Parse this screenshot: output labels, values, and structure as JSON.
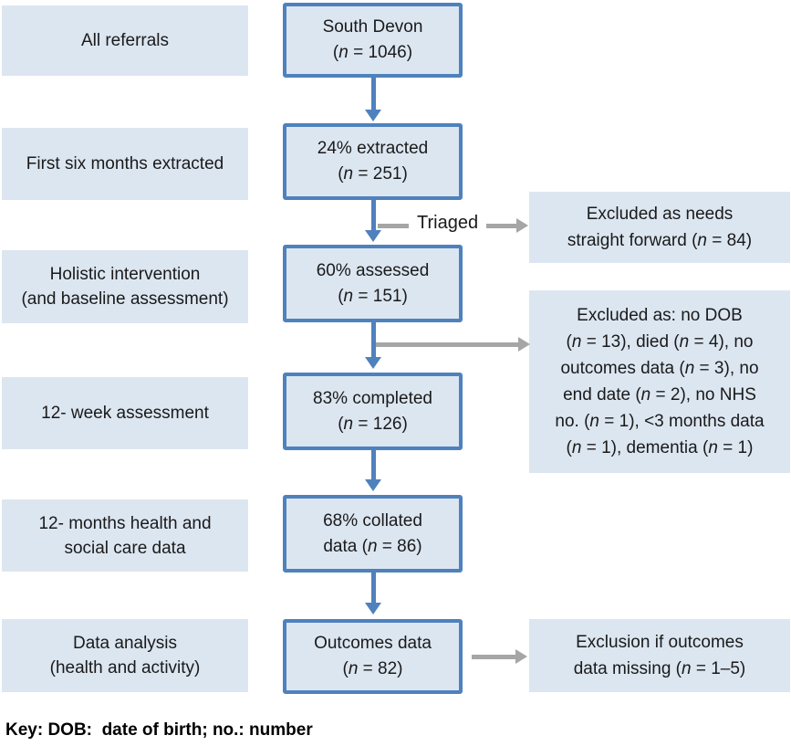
{
  "diagram": {
    "triaged_label": "Triaged",
    "key_text": "Key: DOB:  date of birth; no.: number"
  },
  "palette": {
    "box_fill": "#dce6f1",
    "box_border": "#4f81bd",
    "arrow_blue": "#4f81bd",
    "arrow_gray": "#a6a6a6",
    "text_color": "#1a1a1a"
  },
  "stage_labels": [
    {
      "lines": [
        "All referrals"
      ]
    },
    {
      "lines": [
        "First six months extracted"
      ]
    },
    {
      "lines": [
        "Holistic intervention",
        "(and baseline assessment)"
      ]
    },
    {
      "lines": [
        "12- week assessment"
      ]
    },
    {
      "lines": [
        "12- months health and",
        "social care data"
      ]
    },
    {
      "lines": [
        "Data analysis",
        "(health and activity)"
      ]
    }
  ],
  "flow_boxes": [
    {
      "lines": [
        "South Devon",
        "(n = 1046)"
      ]
    },
    {
      "lines": [
        "24% extracted",
        "(n = 251)"
      ]
    },
    {
      "lines": [
        "60% assessed",
        "(n = 151)"
      ]
    },
    {
      "lines": [
        "83% completed",
        "(n = 126)"
      ]
    },
    {
      "lines": [
        "68% collated",
        "data (n = 86)"
      ]
    },
    {
      "lines": [
        "Outcomes data",
        "(n = 82)"
      ]
    }
  ],
  "exclusion_boxes": [
    {
      "lines": [
        "Excluded as needs",
        "straight forward (n = 84)"
      ]
    },
    {
      "lines": [
        "Excluded as: no DOB",
        "(n = 13), died (n = 4), no",
        "outcomes data (n = 3), no",
        "end date (n = 2), no NHS",
        "no. (n = 1), <3 months data",
        "(n = 1), dementia (n = 1)"
      ]
    },
    {
      "lines": [
        "Exclusion if outcomes",
        "data missing (n = 1–5)"
      ]
    }
  ]
}
